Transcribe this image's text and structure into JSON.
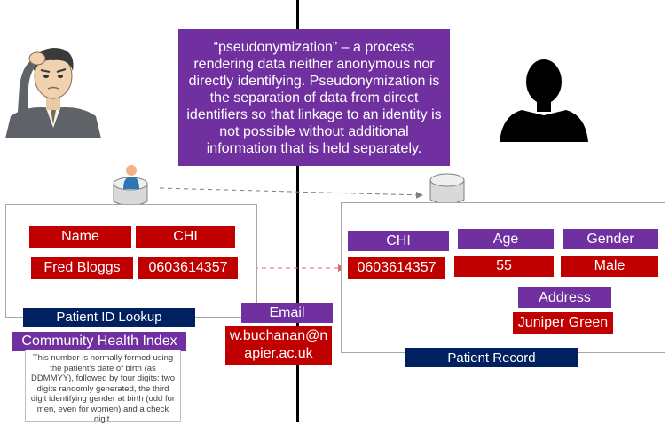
{
  "definition": "“pseudonymization” – a process rendering data neither anonymous nor directly identifying. Pseudonymization is the separation of data from direct identifiers so that linkage to an identity is not possible without additional information that is held separately.",
  "left_table": {
    "header_name": "Name",
    "header_chi": "CHI",
    "value_name": "Fred Bloggs",
    "value_chi": "0603614357"
  },
  "left_labels": {
    "patient_id_lookup": "Patient ID Lookup",
    "community_health_index": "Community Health Index",
    "chi_note": "This number is normally formed using the patient's date of birth (as DDMMYY), followed by four digits: two digits randomly generated, the third digit identifying gender at birth (odd for men, even for women) and a check digit."
  },
  "email": {
    "label": "Email",
    "value": "w.buchanan@napier.ac.uk"
  },
  "right_table": {
    "header_chi": "CHI",
    "header_age": "Age",
    "header_gender": "Gender",
    "value_chi": "0603614357",
    "value_age": "55",
    "value_gender": "Male",
    "header_address": "Address",
    "value_address": "Juniper Green",
    "patient_record": "Patient Record"
  },
  "colors": {
    "purple": "#7030a0",
    "red": "#c00000",
    "navy": "#002060"
  },
  "icons": [
    "confused-man-illustration",
    "person-silhouette-icon",
    "database-user-icon",
    "database-icon"
  ]
}
